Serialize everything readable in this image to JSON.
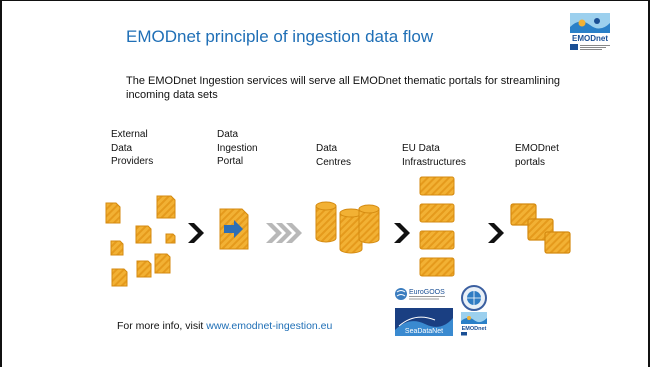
{
  "slide": {
    "title": "EMODnet principle of ingestion data flow",
    "intro": "The EMODnet Ingestion services will serve all EMODnet thematic portals for streamlining incoming data sets",
    "stages": [
      {
        "lines": [
          "External",
          "Data",
          "Providers"
        ]
      },
      {
        "lines": [
          "Data",
          "Ingestion",
          "Portal"
        ]
      },
      {
        "lines": [
          "Data",
          "Centres"
        ]
      },
      {
        "lines": [
          "EU Data",
          "Infrastructures"
        ]
      },
      {
        "lines": [
          "EMODnet",
          "portals"
        ]
      }
    ],
    "footer_prefix": "For more info, visit ",
    "footer_link": "www.emodnet-ingestion.eu"
  },
  "logos": {
    "emodnet": "EMODnet",
    "eurogoos": "EuroGOOS",
    "seadatanet": "SeaDataNet"
  },
  "colors": {
    "title": "#1f6fb6",
    "tile_fill": "#f2b134",
    "tile_stroke": "#d48a10",
    "arrow_blue": "#2e6fb6",
    "chevron": "#111111",
    "chevron_light": "#b8b8b8"
  },
  "icons": [
    "chevron-right-icon",
    "arrow-right-icon",
    "database-icon",
    "globe-icon",
    "flag-icon"
  ]
}
